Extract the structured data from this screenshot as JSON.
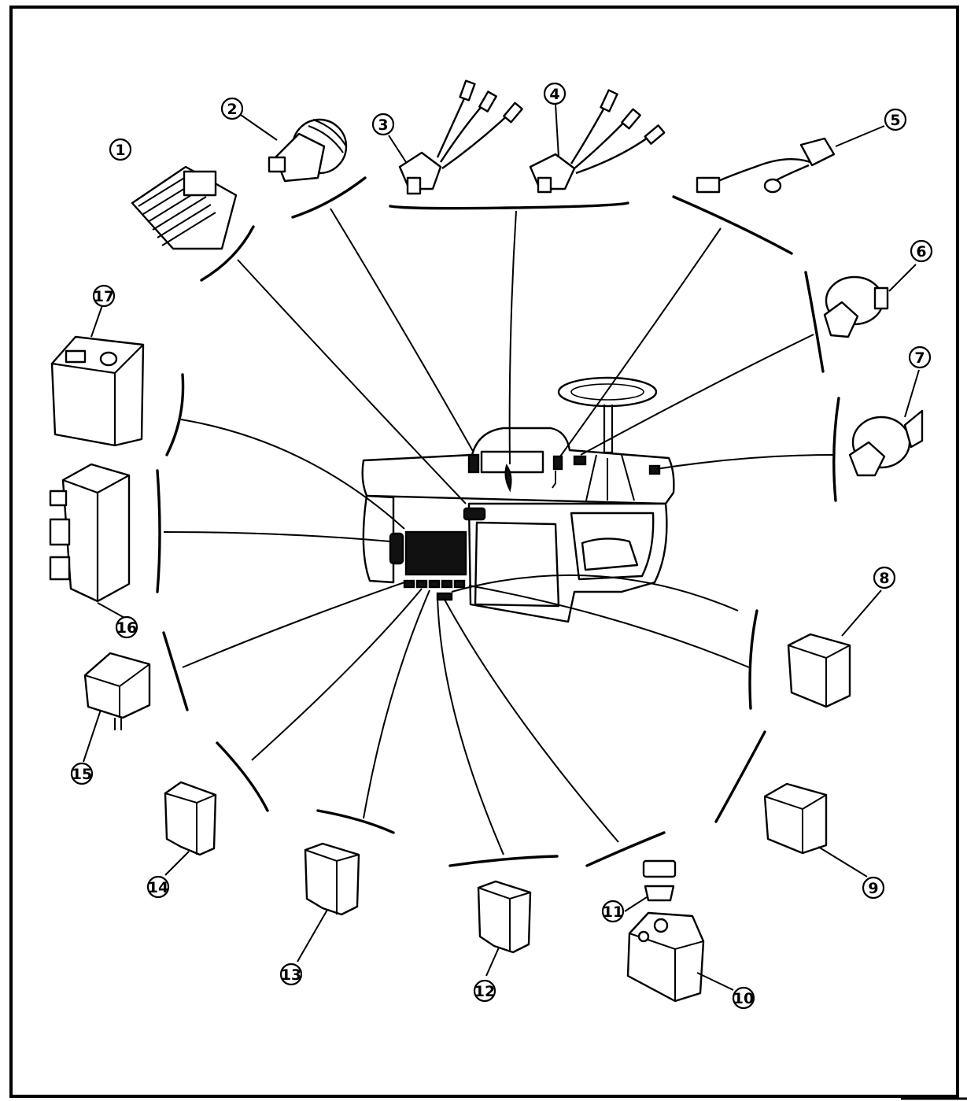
{
  "figure": {
    "callouts": [
      {
        "id": "1",
        "label": "①",
        "part": "regulator-rectifier"
      },
      {
        "id": "2",
        "label": "②",
        "part": "connector-plug"
      },
      {
        "id": "3",
        "label": "③",
        "part": "wiring-harness-connector"
      },
      {
        "id": "4",
        "label": "④",
        "part": "wiring-harness-connector"
      },
      {
        "id": "5",
        "label": "⑤",
        "part": "wiring-lead-connector"
      },
      {
        "id": "6",
        "label": "⑥",
        "part": "switch-connector"
      },
      {
        "id": "7",
        "label": "⑦",
        "part": "switch-connector"
      },
      {
        "id": "8",
        "label": "⑧",
        "part": "relay"
      },
      {
        "id": "9",
        "label": "⑨",
        "part": "relay"
      },
      {
        "id": "10",
        "label": "⑩",
        "part": "starter-relay"
      },
      {
        "id": "11",
        "label": "⑪",
        "part": "fuse"
      },
      {
        "id": "12",
        "label": "⑫",
        "part": "relay"
      },
      {
        "id": "13",
        "label": "⑬",
        "part": "relay"
      },
      {
        "id": "14",
        "label": "⑭",
        "part": "relay"
      },
      {
        "id": "15",
        "label": "⑮",
        "part": "relay"
      },
      {
        "id": "16",
        "label": "⑯",
        "part": "control-unit"
      },
      {
        "id": "17",
        "label": "⑰",
        "part": "battery"
      }
    ]
  }
}
